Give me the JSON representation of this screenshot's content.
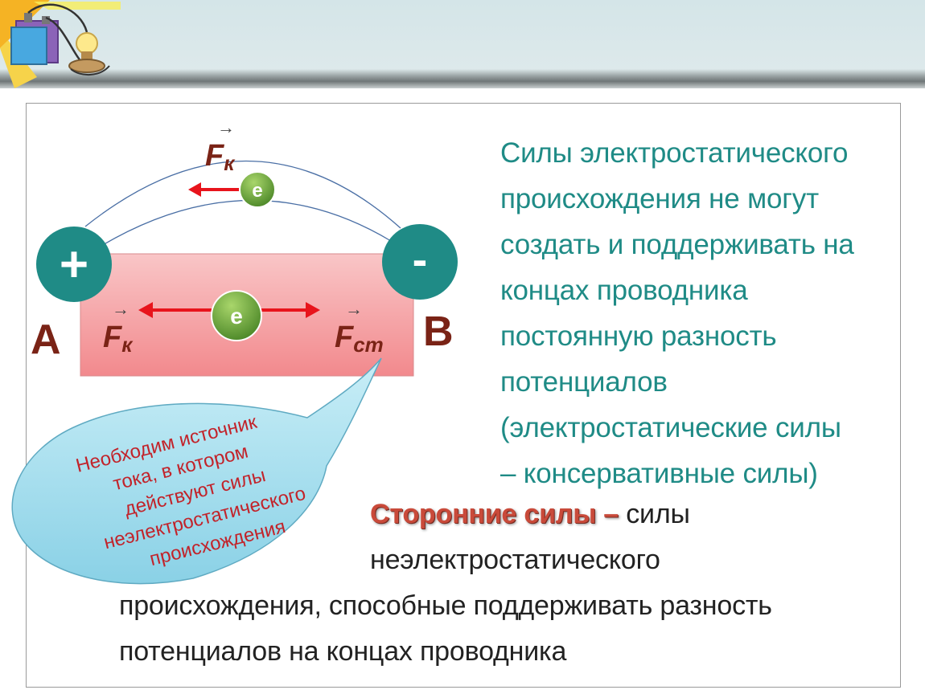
{
  "diagram": {
    "plus_sign": "+",
    "minus_sign": "-",
    "label_a": "A",
    "label_b": "B",
    "electron_label": "e",
    "force_coulomb_base": "F",
    "force_coulomb_sub": "к",
    "force_external_sub": "ст",
    "vector_arrow": "→"
  },
  "callout": {
    "lines": [
      "Необходим источник",
      "тока, в котором",
      "действуют  силы",
      "неэлектростатического",
      "происхождения"
    ]
  },
  "statement": {
    "lines": [
      "Силы электростатического",
      "происхождения не могут",
      "создать и поддерживать на",
      "концах проводника",
      "постоянную разность",
      "потенциалов",
      "(электростатические силы",
      "– консервативные силы)"
    ]
  },
  "definition": {
    "term": "Сторонние силы – ",
    "line1_rest": "силы",
    "line2": "неэлектростатического",
    "line3": "происхождения, способные поддерживать  разность",
    "line4": "потенциалов на концах проводника"
  },
  "colors": {
    "teal": "#1f8b86",
    "arrow_red": "#e8141c",
    "conductor_fill": "#f7a8aa",
    "callout_fill": "#a5dfee",
    "callout_text": "#c2232a",
    "electron_green": "#6aa83a",
    "label_brown": "#7a2316"
  }
}
